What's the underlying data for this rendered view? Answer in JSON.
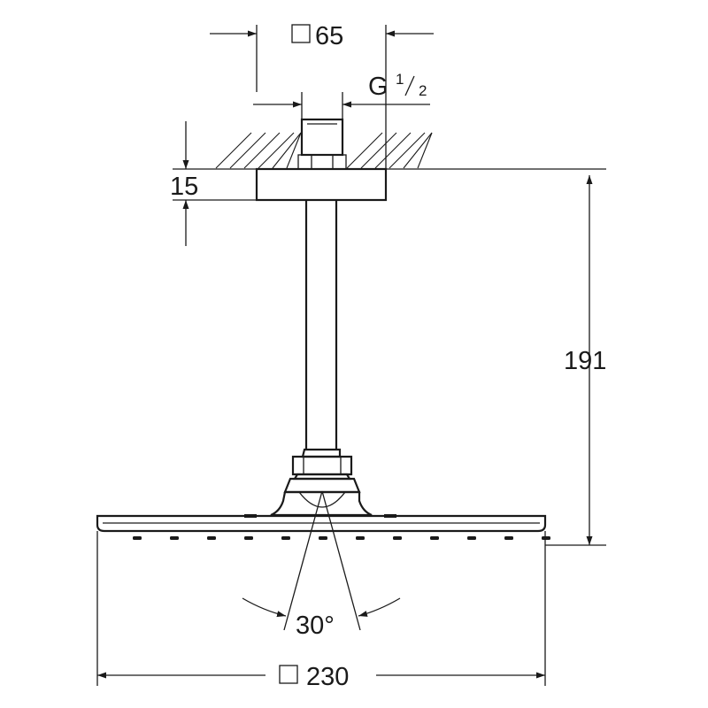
{
  "dimensions": {
    "flange_width": {
      "symbol": "□",
      "value": "65"
    },
    "thread": {
      "letter": "G",
      "numerator": "1",
      "denominator": "2"
    },
    "flange_height": {
      "value": "15"
    },
    "total_height": {
      "value": "191"
    },
    "tilt_angle": {
      "value": "30°"
    },
    "head_width": {
      "symbol": "□",
      "value": "230"
    }
  },
  "icons": [
    "square-symbol-icon",
    "dimension-arrow-icon",
    "ceiling-hatch-icon"
  ]
}
